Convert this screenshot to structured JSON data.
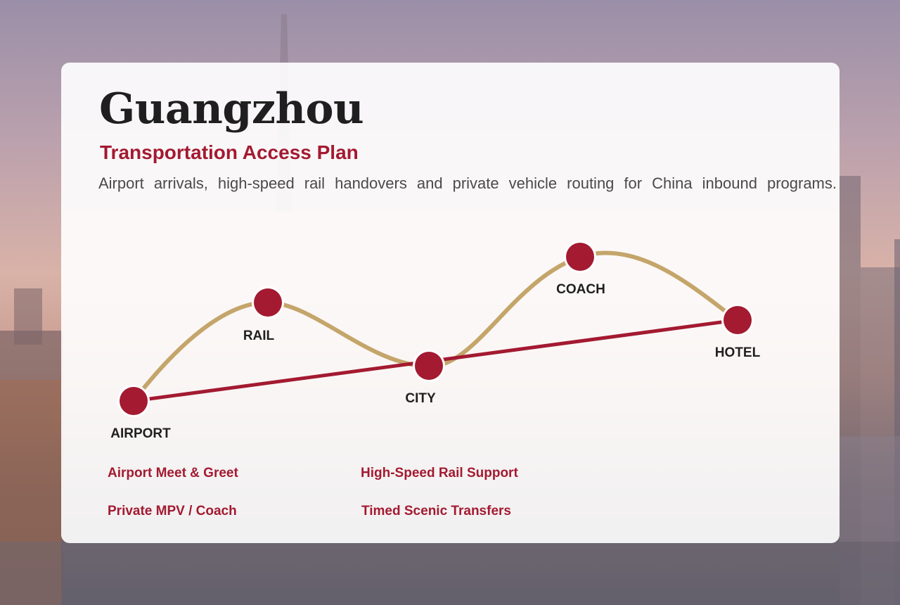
{
  "header": {
    "title": "Guangzhou",
    "subtitle": "Transportation Access Plan",
    "description": "Airport arrivals, high-speed rail handovers and private vehicle routing for China inbound programs."
  },
  "route": {
    "nodes": [
      {
        "id": "airport",
        "label": "AIRPORT"
      },
      {
        "id": "rail",
        "label": "RAIL"
      },
      {
        "id": "city",
        "label": "CITY"
      },
      {
        "id": "coach",
        "label": "COACH"
      },
      {
        "id": "hotel",
        "label": "HOTEL"
      }
    ],
    "colors": {
      "node": "#a31a31",
      "direct_line": "#a31a31",
      "curve": "#c4a56a"
    }
  },
  "services": [
    "Airport Meet & Greet",
    "High-Speed Rail Support",
    "Private MPV / Coach",
    "Timed Scenic Transfers"
  ]
}
